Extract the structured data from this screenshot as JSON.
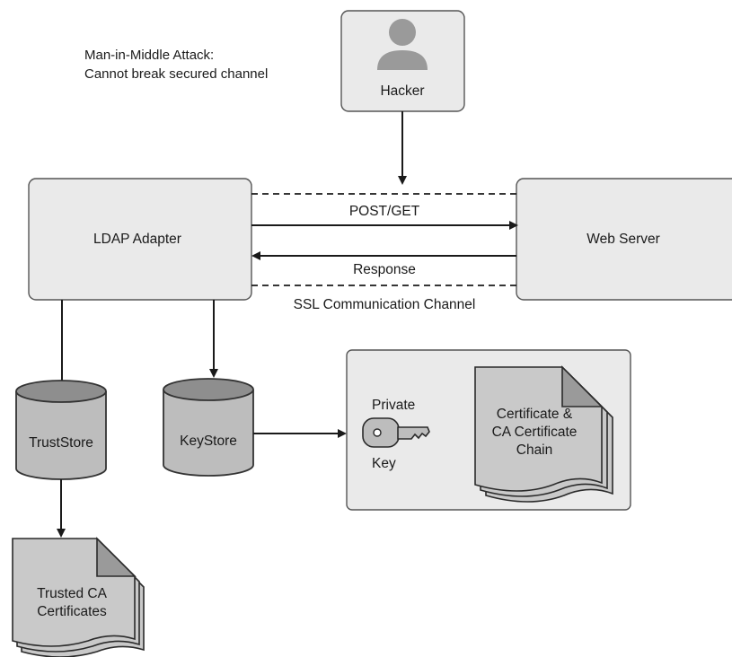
{
  "note": {
    "line1": "Man-in-Middle Attack:",
    "line2": "Cannot break secured channel"
  },
  "hacker": {
    "label": "Hacker",
    "icon": "person-icon"
  },
  "ldap_adapter": {
    "label": "LDAP Adapter"
  },
  "web_server": {
    "label": "Web Server"
  },
  "channel": {
    "request_label": "POST/GET",
    "response_label": "Response",
    "ssl_label": "SSL Communication Channel"
  },
  "truststore": {
    "label": "TrustStore"
  },
  "keystore": {
    "label": "KeyStore"
  },
  "private_key": {
    "line1": "Private",
    "line2": "Key",
    "icon": "key-icon"
  },
  "cert_chain": {
    "line1": "Certificate &",
    "line2": "CA Certificate",
    "line3": "Chain"
  },
  "trusted_ca": {
    "line1": "Trusted CA",
    "line2": "Certificates"
  }
}
